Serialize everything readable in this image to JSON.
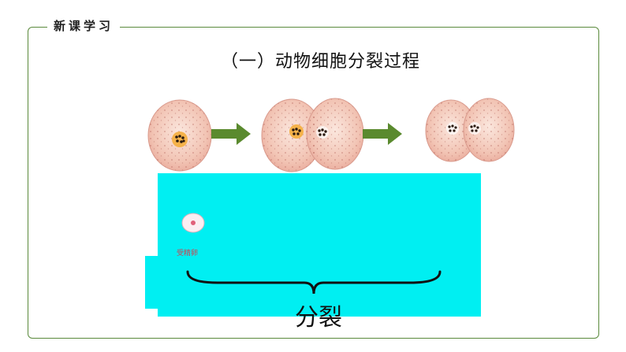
{
  "header": {
    "section_label": "新课学习"
  },
  "slide": {
    "title": "（一）动物细胞分裂过程"
  },
  "figure": {
    "stages": [
      {
        "name": "single-cell",
        "nuclei": 1
      },
      {
        "name": "dividing-cell",
        "nuclei": 2
      },
      {
        "name": "two-cells",
        "nuclei": 2
      }
    ],
    "arrow_color": "#5a8a2e",
    "cell_color": "#f2c4b4"
  },
  "diagram": {
    "egg_label": "受精卵",
    "brace_label": "分裂",
    "panel_color": "#00eff2"
  },
  "colors": {
    "frame": "#5a8a3c",
    "text": "#111111"
  }
}
